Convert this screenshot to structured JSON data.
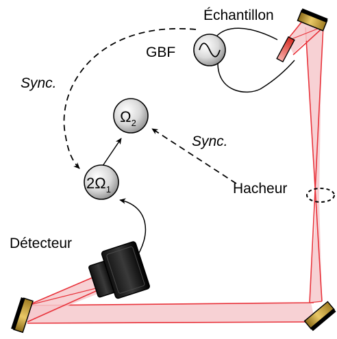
{
  "labels": {
    "echantillon": "Échantillon",
    "gbf": "GBF",
    "sync_left": "Sync.",
    "sync_right": "Sync.",
    "hacheur": "Hacheur",
    "detecteur": "Détecteur"
  },
  "nodes": {
    "omega2": {
      "main": "Ω",
      "sub": "2"
    },
    "two_omega1": {
      "main": "2Ω",
      "sub": "1"
    }
  },
  "icons": {
    "gbf": "sine-wave-icon",
    "detector": "photodetector-icon"
  },
  "colors": {
    "beam": "#e8323a",
    "beam_fill": "#f6c9cc",
    "mirror_gold": "#d8b24a",
    "sample": "#e0453e"
  }
}
